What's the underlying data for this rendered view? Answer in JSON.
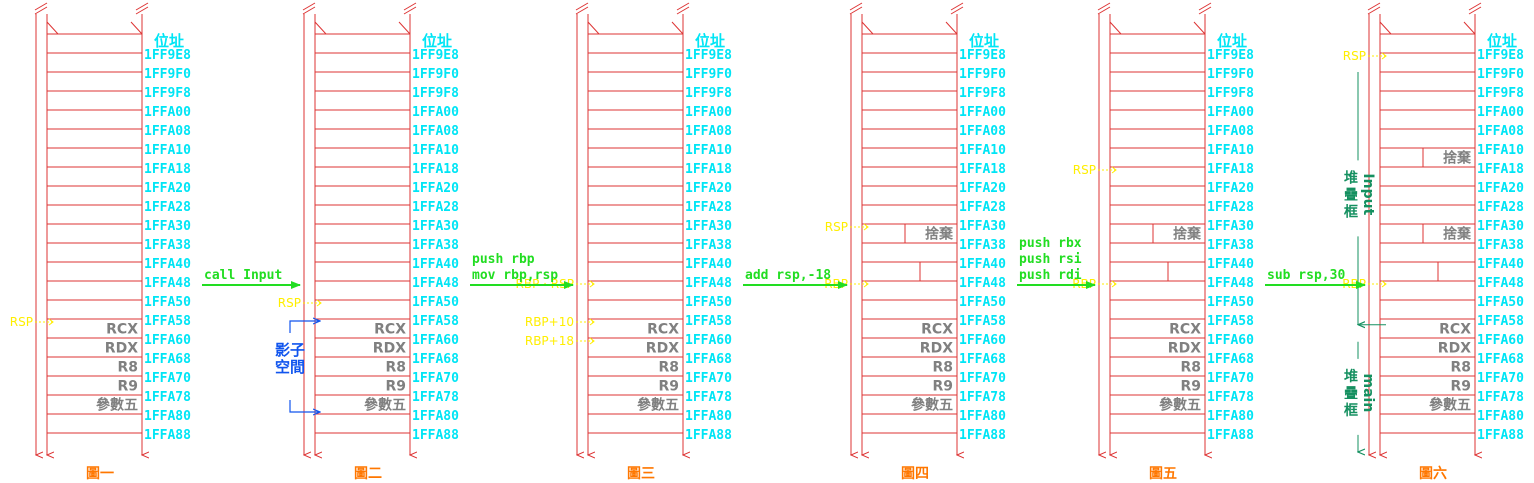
{
  "address_header": "位址",
  "addresses": [
    "1FF9E8",
    "1FF9F0",
    "1FF9F8",
    "1FFA00",
    "1FFA08",
    "1FFA10",
    "1FFA18",
    "1FFA20",
    "1FFA28",
    "1FFA30",
    "1FFA38",
    "1FFA40",
    "1FFA48",
    "1FFA50",
    "1FFA58",
    "1FFA60",
    "1FFA68",
    "1FFA70",
    "1FFA78",
    "1FFA80",
    "1FFA88"
  ],
  "colors": {
    "stack_lines": "#dd3333",
    "address": "#00e5f5",
    "pointer": "#ffee00",
    "operation": "#22dd22",
    "caption": "#ff7700",
    "shadow_space": "#1155ee",
    "stack_frame": "#159060",
    "cell_text": "#808080"
  },
  "panels": [
    {
      "caption": "圖一",
      "cells": [
        {
          "row": 15,
          "text": "RCX"
        },
        {
          "row": 16,
          "text": "RDX"
        },
        {
          "row": 17,
          "text": "R8"
        },
        {
          "row": 18,
          "text": "R9"
        },
        {
          "row": 19,
          "text": "參數五"
        }
      ],
      "pointers": [
        {
          "row": 15,
          "text": "RSP"
        }
      ]
    },
    {
      "caption": "圖二",
      "cells": [
        {
          "row": 15,
          "text": "RCX"
        },
        {
          "row": 16,
          "text": "RDX"
        },
        {
          "row": 17,
          "text": "R8"
        },
        {
          "row": 18,
          "text": "R9"
        },
        {
          "row": 19,
          "text": "參數五"
        }
      ],
      "pointers": [
        {
          "row": 14,
          "text": "RSP"
        }
      ],
      "shadow_space_label": [
        "影子",
        "空間"
      ]
    },
    {
      "caption": "圖三",
      "cells": [
        {
          "row": 15,
          "text": "RCX"
        },
        {
          "row": 16,
          "text": "RDX"
        },
        {
          "row": 17,
          "text": "R8"
        },
        {
          "row": 18,
          "text": "R9"
        },
        {
          "row": 19,
          "text": "參數五"
        }
      ],
      "pointers": [
        {
          "row": 13,
          "text": "RBP · RSP"
        },
        {
          "row": 15,
          "text": "RBP+10"
        },
        {
          "row": 16,
          "text": "RBP+18"
        }
      ]
    },
    {
      "caption": "圖四",
      "cells": [
        {
          "row": 10,
          "text": "捨棄"
        },
        {
          "row": 15,
          "text": "RCX"
        },
        {
          "row": 16,
          "text": "RDX"
        },
        {
          "row": 17,
          "text": "R8"
        },
        {
          "row": 18,
          "text": "R9"
        },
        {
          "row": 19,
          "text": "參數五"
        }
      ],
      "pointers": [
        {
          "row": 10,
          "text": "RSP"
        },
        {
          "row": 13,
          "text": "RBP"
        }
      ]
    },
    {
      "caption": "圖五",
      "cells": [
        {
          "row": 10,
          "text": "捨棄"
        },
        {
          "row": 15,
          "text": "RCX"
        },
        {
          "row": 16,
          "text": "RDX"
        },
        {
          "row": 17,
          "text": "R8"
        },
        {
          "row": 18,
          "text": "R9"
        },
        {
          "row": 19,
          "text": "參數五"
        }
      ],
      "pointers": [
        {
          "row": 7,
          "text": "RSP"
        },
        {
          "row": 13,
          "text": "RBP"
        }
      ]
    },
    {
      "caption": "圖六",
      "cells": [
        {
          "row": 6,
          "text": "捨棄"
        },
        {
          "row": 10,
          "text": "捨棄"
        },
        {
          "row": 15,
          "text": "RCX"
        },
        {
          "row": 16,
          "text": "RDX"
        },
        {
          "row": 17,
          "text": "R8"
        },
        {
          "row": 18,
          "text": "R9"
        },
        {
          "row": 19,
          "text": "參數五"
        }
      ],
      "pointers": [
        {
          "row": 1,
          "text": "RSP"
        },
        {
          "row": 13,
          "text": "RBP"
        }
      ],
      "frames": [
        {
          "label": [
            "堆",
            "疊",
            "框"
          ],
          "name": "Input"
        },
        {
          "label": [
            "堆",
            "疊",
            "框"
          ],
          "name": "main"
        }
      ]
    }
  ],
  "operations": [
    {
      "lines": [
        "call Input"
      ]
    },
    {
      "lines": [
        "push rbp",
        "mov rbp,rsp"
      ]
    },
    {
      "lines": [
        "add rsp,-18"
      ]
    },
    {
      "lines": [
        "push rbx",
        "push rsi",
        "push rdi"
      ]
    },
    {
      "lines": [
        "sub rsp,30"
      ]
    }
  ]
}
